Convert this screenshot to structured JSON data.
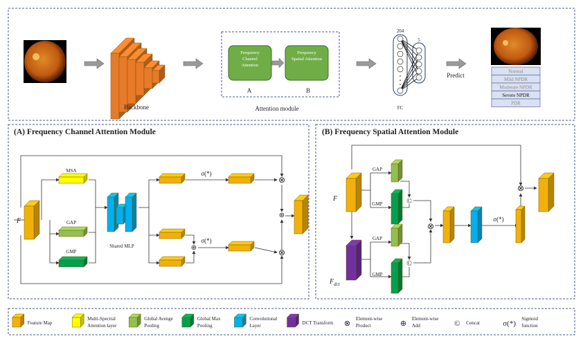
{
  "colors": {
    "feature_map": "#f2b10a",
    "msa": "#ffff00",
    "gap": "#92c050",
    "gmp": "#00a050",
    "conv": "#00b0f0",
    "dct": "#7030a0",
    "backbone": "#e87a2a",
    "attention_block": "#70ad47",
    "frame": "#4a5a8a",
    "class_table": "#d9e1f2"
  },
  "overview": {
    "backbone_label": "Backbone",
    "attention_module_label": "Attention module",
    "block_a": {
      "label": "Frequency Channel Attention",
      "tag": "A"
    },
    "block_b": {
      "label": "Frequency Spatial Attention",
      "tag": "B"
    },
    "fc": {
      "label": "FC",
      "input_size": "204",
      "output_size": "5"
    },
    "predict_label": "Predict",
    "classes": [
      "Normal",
      "Mild NPDR",
      "Moderate NPDR",
      "Severe NPDR",
      "PDR"
    ],
    "selected_class": "Severe NPDR"
  },
  "module_a": {
    "title": "(A)  Frequency Channel Attention Module",
    "input": "F",
    "msa": "MSA",
    "gap": "GAP",
    "gmp": "GMP",
    "mlp": "Shared MLP",
    "sigmoid": "σ(*)",
    "product": "⊗",
    "add": "⊕"
  },
  "module_b": {
    "title": "(B)  Frequency Spatial Attention Module",
    "input": "F",
    "input_dct": "F",
    "input_dct_sub": "dct",
    "gap": "GAP",
    "gmp": "GMP",
    "concat": "©",
    "sigmoid": "σ(*)",
    "product": "⊗"
  },
  "legend": [
    {
      "label1": "Feature Map",
      "label2": "",
      "icon": "cube",
      "color": "#f2b10a"
    },
    {
      "label1": "Multi-Spectral",
      "label2": "Attention layer",
      "icon": "cube",
      "color": "#ffff00"
    },
    {
      "label1": "Global Avenge",
      "label2": "Pooling",
      "icon": "cube",
      "color": "#92c050"
    },
    {
      "label1": "Global Max",
      "label2": "Pooling",
      "icon": "cube",
      "color": "#00a050"
    },
    {
      "label1": "Convolutional",
      "label2": "Layer",
      "icon": "cube",
      "color": "#00b0f0"
    },
    {
      "label1": "DCT Transform",
      "label2": "",
      "icon": "cube",
      "color": "#7030a0"
    },
    {
      "label1": "Element-wise",
      "label2": "Product",
      "icon": "⊗"
    },
    {
      "label1": "Element-wise",
      "label2": "Add",
      "icon": "⊕"
    },
    {
      "label1": "Concat",
      "label2": "",
      "icon": "©"
    },
    {
      "label1": "Sigmoid",
      "label2": "function",
      "icon": "σ(*)"
    }
  ]
}
